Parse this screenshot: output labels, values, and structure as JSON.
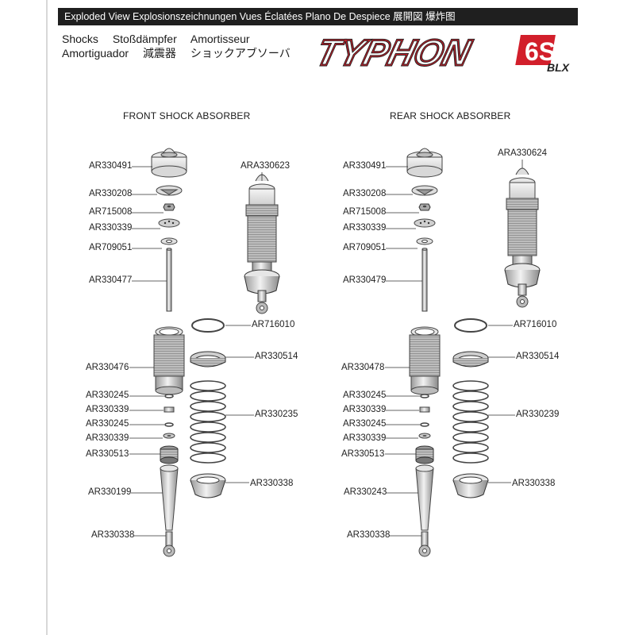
{
  "header": {
    "text": "Exploded View  Explosionszeichnungen  Vues Éclatées  Plano De Despiece  展開図  爆炸图"
  },
  "titles": {
    "line1": [
      "Shocks",
      "Stoßdämpfer",
      "Amortisseur"
    ],
    "line2": [
      "Amortiguador",
      "減震器",
      "ショックアブソーバ"
    ]
  },
  "logo": {
    "main": "TYPHON",
    "badge": "6S",
    "sub": "BLX",
    "color_dark": "#222222",
    "color_red": "#d21f2b"
  },
  "front": {
    "title": "FRONT SHOCK ABSORBER",
    "left_labels": [
      "AR330491",
      "AR330208",
      "AR715008",
      "AR330339",
      "AR709051",
      "AR330477",
      "AR330476",
      "AR330245",
      "AR330339",
      "AR330245",
      "AR330339",
      "AR330513",
      "AR330199",
      "AR330338"
    ],
    "right_labels": [
      "ARA330623",
      "AR716010",
      "AR330514",
      "AR330235",
      "AR330338"
    ]
  },
  "rear": {
    "title": "REAR SHOCK ABSORBER",
    "left_labels": [
      "AR330491",
      "AR330208",
      "AR715008",
      "AR330339",
      "AR709051",
      "AR330479",
      "AR330478",
      "AR330245",
      "AR330339",
      "AR330245",
      "AR330339",
      "AR330513",
      "AR330243",
      "AR330338"
    ],
    "right_labels": [
      "ARA330624",
      "AR716010",
      "AR330514",
      "AR330239",
      "AR330338"
    ]
  }
}
